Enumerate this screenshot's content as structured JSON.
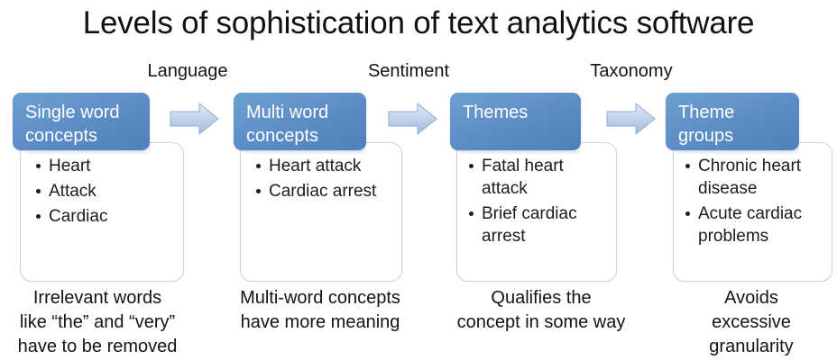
{
  "title": "Levels of sophistication of text analytics software",
  "stage_labels": [
    {
      "text": "Language"
    },
    {
      "text": "Sentiment"
    },
    {
      "text": "Taxonomy"
    }
  ],
  "colors": {
    "header_blue": "#5C8CC4",
    "header_blue_light": "#6E9FD2",
    "arrow_light": "#D9E4F2",
    "arrow_mid": "#A9C0DE",
    "arrow_border": "#8FAACF",
    "box_border": "#D2D2D2",
    "text": "#1C1C1C",
    "header_text": "#FFFFFF"
  },
  "cards": [
    {
      "header": "Single word\nconcepts",
      "items": [
        "Heart",
        "Attack",
        "Cardiac"
      ],
      "caption": "Irrelevant words\nlike “the” and “very”\nhave to be removed"
    },
    {
      "header": "Multi word\nconcepts",
      "items": [
        "Heart attack",
        "Cardiac\narrest"
      ],
      "caption": "Multi-word concepts\nhave more meaning"
    },
    {
      "header": "Themes",
      "items": [
        "Fatal heart\nattack",
        "Brief cardiac\narrest"
      ],
      "caption": "Qualifies the\nconcept in some way"
    },
    {
      "header": "Theme\ngroups",
      "items": [
        "Chronic heart\ndisease",
        "Acute cardiac\nproblems"
      ],
      "caption": "Avoids excessive\ngranularity"
    }
  ],
  "arrows": [
    {
      "name": "arrow-language"
    },
    {
      "name": "arrow-sentiment"
    },
    {
      "name": "arrow-taxonomy"
    }
  ]
}
